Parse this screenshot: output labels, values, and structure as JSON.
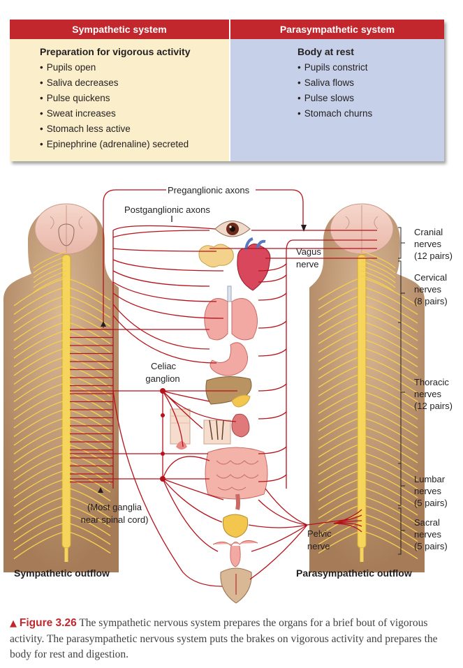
{
  "table": {
    "sympathetic": {
      "header": "Sympathetic system",
      "title": "Preparation for vigorous activity",
      "items": [
        "Pupils open",
        "Saliva decreases",
        "Pulse quickens",
        "Sweat increases",
        "Stomach less active",
        "Epinephrine (adrenaline) secreted"
      ]
    },
    "parasympathetic": {
      "header": "Parasympathetic system",
      "title": "Body at rest",
      "items": [
        "Pupils constrict",
        "Saliva flows",
        "Pulse slows",
        "Stomach churns"
      ]
    }
  },
  "diagram": {
    "labels": {
      "preganglionic": "Preganglionic axons",
      "postganglionic": "Postganglionic axons",
      "vagus_1": "Vagus",
      "vagus_2": "nerve",
      "celiac_1": "Celiac",
      "celiac_2": "ganglion",
      "ganglia_1": "(Most ganglia",
      "ganglia_2": "near spinal cord)",
      "pelvic_1": "Pelvic",
      "pelvic_2": "nerve"
    },
    "nerve_groups": [
      {
        "name": "Cranial",
        "line2": "nerves",
        "line3": "(12 pairs)"
      },
      {
        "name": "Cervical",
        "line2": "nerves",
        "line3": "(8 pairs)"
      },
      {
        "name": "Thoracic",
        "line2": "nerves",
        "line3": "(12 pairs)"
      },
      {
        "name": "Lumbar",
        "line2": "nerves",
        "line3": "(5 pairs)"
      },
      {
        "name": "Sacral",
        "line2": "nerves",
        "line3": "(5 pairs)"
      }
    ],
    "outflow_left": "Sympathetic outflow",
    "outflow_right": "Parasympathetic outflow",
    "colors": {
      "nerve": "#b5121b",
      "spinal_cord": "#f6d55c",
      "body": "#c49a76",
      "header": "#c1272d",
      "sympathetic_bg": "#fbeecb",
      "parasympathetic_bg": "#c6d1e9"
    }
  },
  "caption": {
    "marker": "▲",
    "figure": "Figure 3.26",
    "text": "The sympathetic nervous system prepares the organs for a brief bout of vigorous activity. The parasympathetic nervous system puts the brakes on vigorous activity and prepares the body for rest and digestion."
  }
}
